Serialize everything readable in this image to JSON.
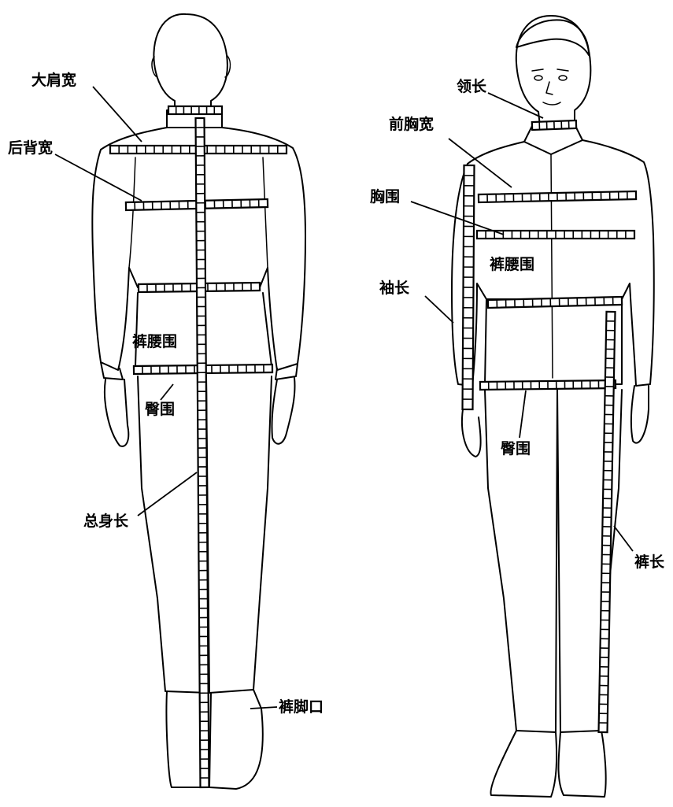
{
  "back_figure": {
    "labels": {
      "shoulder_width": "大肩宽",
      "back_width": "后背宽",
      "waist": "裤腰围",
      "hip": "臀围",
      "total_length": "总身长",
      "trouser_hem": "裤脚口"
    }
  },
  "front_figure": {
    "labels": {
      "collar": "领长",
      "chest_width": "前胸宽",
      "chest": "胸围",
      "waist": "裤腰围",
      "sleeve": "袖长",
      "hip": "臀围",
      "trouser_length": "裤长"
    }
  }
}
